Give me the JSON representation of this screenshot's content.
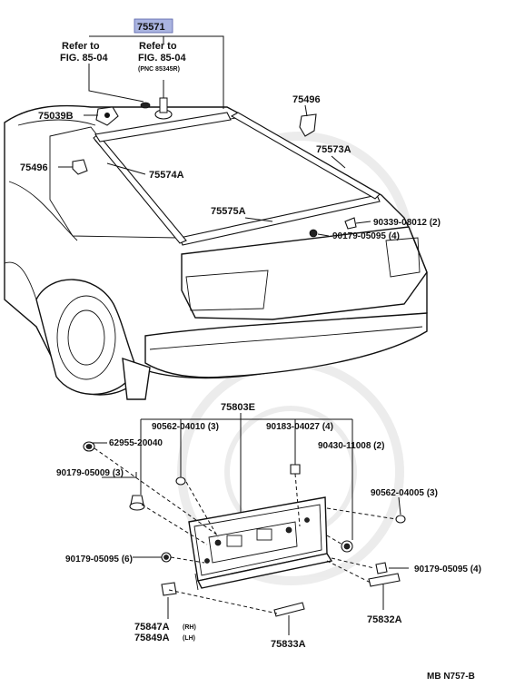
{
  "callouts": {
    "main_part": "75571",
    "refer_left_1": "Refer to",
    "refer_left_2": "FIG. 85-04",
    "refer_right_1": "Refer to",
    "refer_right_2": "FIG. 85-04",
    "refer_right_pnc": "(PNC 85345R)",
    "p75496_top": "75496",
    "p75039B": "75039B",
    "p75573A": "75573A",
    "p75496_left": "75496",
    "p75574A": "75574A",
    "p75575A": "75575A",
    "p90339": "90339-08012 (2)",
    "p90179_05095_4_top": "90179-05095 (4)",
    "p75803E": "75803E",
    "p90562_04010": "90562-04010 (3)",
    "p90183": "90183-04027 (4)",
    "p62955": "62955-20040",
    "p90430": "90430-11008 (2)",
    "p90179_05009": "90179-05009 (3)",
    "p90562_04005": "90562-04005 (3)",
    "p90179_05095_6": "90179-05095 (6)",
    "p90179_05095_4_bot": "90179-05095 (4)",
    "p75847A": "75847A",
    "p75847A_side": "(RH)",
    "p75849A": "75849A",
    "p75849A_side": "(LH)",
    "p75833A": "75833A",
    "p75832A": "75832A"
  },
  "footer": {
    "code": "MB  N757-B"
  },
  "colors": {
    "highlight": "#aab4e0",
    "ink": "#111111"
  }
}
